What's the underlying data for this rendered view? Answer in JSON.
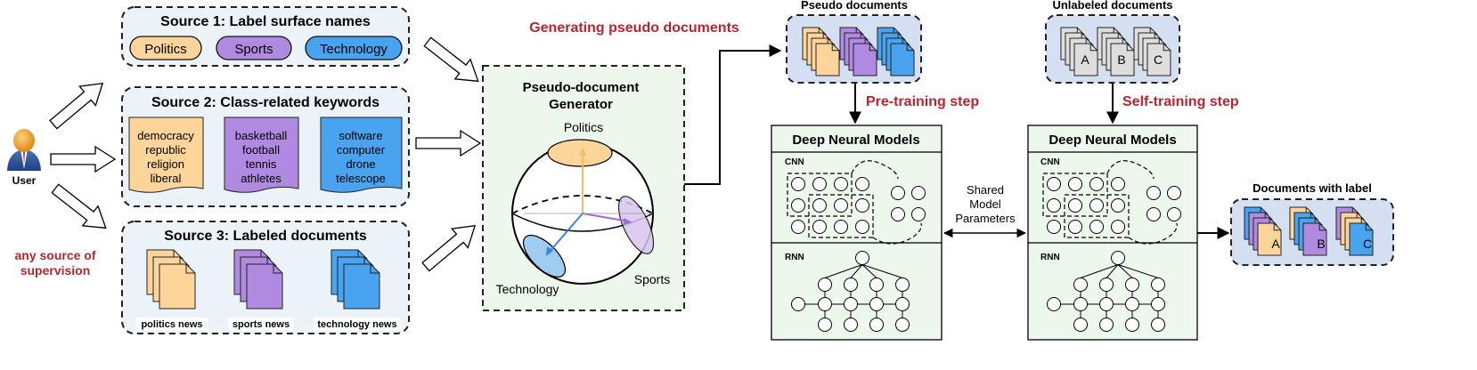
{
  "user": {
    "label": "User"
  },
  "supervision": {
    "line1": "any source of",
    "line2": "supervision"
  },
  "source1": {
    "title": "Source 1: Label surface names",
    "labels": [
      "Politics",
      "Sports",
      "Technology"
    ]
  },
  "source2": {
    "title": "Source 2: Class-related keywords",
    "docs": [
      {
        "words": [
          "democracy",
          "republic",
          "religion",
          "liberal"
        ]
      },
      {
        "words": [
          "basketball",
          "football",
          "tennis",
          "athletes"
        ]
      },
      {
        "words": [
          "software",
          "computer",
          "drone",
          "telescope"
        ]
      }
    ]
  },
  "source3": {
    "title": "Source 3: Labeled documents",
    "captions": [
      "politics news",
      "sports news",
      "technology news"
    ]
  },
  "generating_title": "Generating pseudo documents",
  "generator": {
    "title_line1": "Pseudo-document",
    "title_line2": "Generator",
    "politics": "Politics",
    "sports": "Sports",
    "technology": "Technology"
  },
  "pseudo_docs": {
    "title": "Pseudo documents"
  },
  "unlabeled_docs": {
    "title": "Unlabeled documents",
    "letters": [
      "A",
      "B",
      "C"
    ]
  },
  "pretraining": "Pre-training step",
  "selftraining": "Self-training step",
  "models": {
    "title": "Deep Neural Models",
    "cnn": "CNN",
    "rnn": "RNN"
  },
  "shared": {
    "line1": "Shared",
    "line2": "Model",
    "line3": "Parameters"
  },
  "output": {
    "title": "Documents with label",
    "letters": [
      "A",
      "B",
      "C"
    ]
  },
  "colors": {
    "politics": "#fdd59a",
    "sports": "#b089e0",
    "technology": "#4aa3ee",
    "panel": "#ebf3f8",
    "model": "#edf8ec",
    "stack": "#d5dff2",
    "red": "#b7252f",
    "gray": "#dddddd"
  }
}
